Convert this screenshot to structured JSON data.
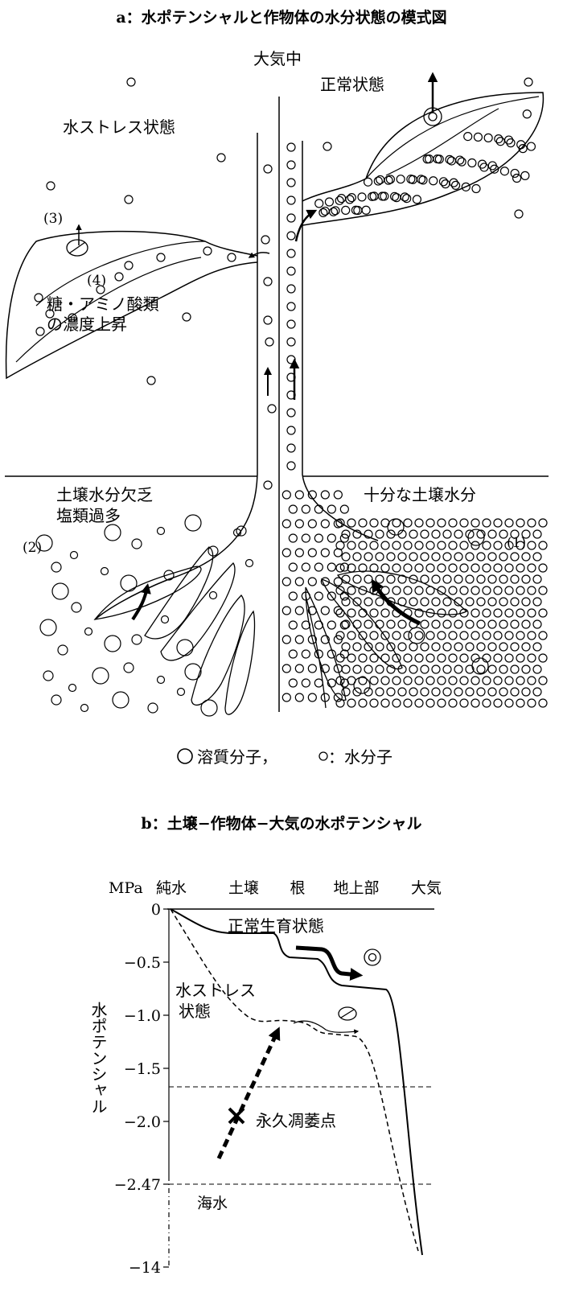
{
  "panel_a": {
    "title": "a：水ポテンシャルと作物体の水分状態の模式図",
    "atmosphere": "大気中",
    "normal_state": "正常状態",
    "stress_state": "水ストレス状態",
    "marker_3": "(3)",
    "marker_4": "(4)",
    "sugar_line1": "糖・アミノ酸類",
    "sugar_line2": "の濃度上昇",
    "dry_soil_line1": "土壌水分欠乏",
    "dry_soil_line2": "塩類過多",
    "marker_2": "(2)",
    "wet_soil": "十分な土壌水分",
    "marker_1": "(1)",
    "legend_solute": "溶質分子，",
    "legend_water": "：水分子"
  },
  "panel_b": {
    "title": "b：土壌−作物体−大気の水ポテンシャル",
    "unit": "MPa",
    "columns": [
      "純水",
      "土壌",
      "根",
      "地上部",
      "大気"
    ],
    "y_ticks": [
      "0",
      "−0.5",
      "−1.0",
      "−1.5",
      "−2.0",
      "−2.47",
      "−14"
    ],
    "y_label": "水ポテンシャル",
    "normal_label": "正常生育状態",
    "stress_label_1": "水ストレス",
    "stress_label_2": "状態",
    "wilting_label": "永久凋萎点",
    "seawater_label": "海水"
  },
  "chart_data": {
    "type": "line",
    "x": [
      "純水",
      "土壌",
      "根",
      "地上部",
      "大気"
    ],
    "ylabel": "水ポテンシャル (MPa)",
    "yticks": [
      0,
      -0.5,
      -1.0,
      -1.5,
      -2.0,
      -2.47,
      -14
    ],
    "series": [
      {
        "name": "正常生育状態",
        "values": [
          0,
          -0.2,
          -0.4,
          -0.75,
          -14
        ]
      },
      {
        "name": "水ストレス状態",
        "values": [
          0,
          -1.05,
          -1.15,
          -1.3,
          -14
        ]
      }
    ],
    "reference_lines": [
      {
        "label": "永久凋萎点",
        "value": -1.5
      },
      {
        "label": "海水",
        "value": -2.47
      }
    ]
  }
}
